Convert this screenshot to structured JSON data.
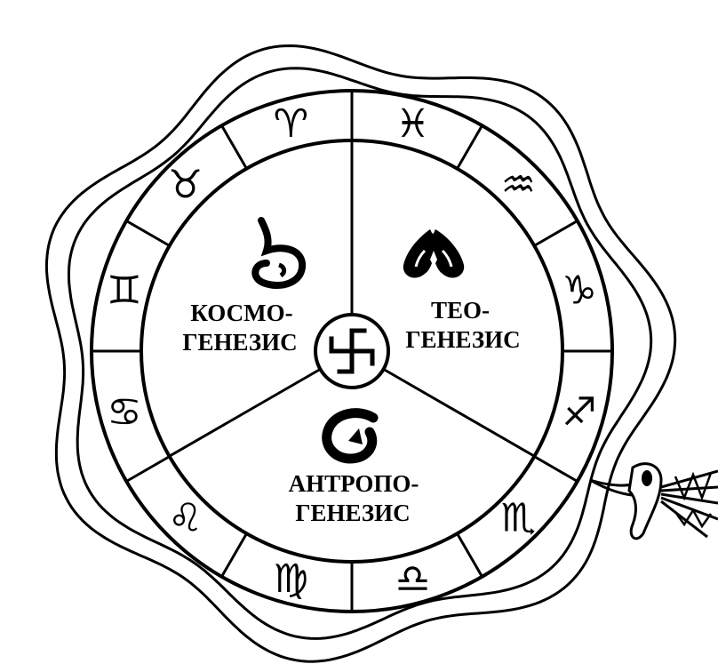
{
  "diagram": {
    "sectors": [
      {
        "id": "cosmo",
        "line1": "КОСМО-",
        "line2": "ГЕНЕЗИС",
        "symbol": "cosmogenesis-symbol"
      },
      {
        "id": "theo",
        "line1": "ТЕО-",
        "line2": "ГЕНЕЗИС",
        "symbol": "theogenesis-symbol"
      },
      {
        "id": "anthropo",
        "line1": "АНТРОПО-",
        "line2": "ГЕНЕЗИС",
        "symbol": "anthropogenesis-symbol"
      }
    ],
    "center_symbol": "swastika-icon",
    "zodiac": [
      {
        "name": "aries",
        "glyph": "♈"
      },
      {
        "name": "pisces",
        "glyph": "♓"
      },
      {
        "name": "aquarius",
        "glyph": "♒"
      },
      {
        "name": "capricorn",
        "glyph": "♑"
      },
      {
        "name": "sagittarius",
        "glyph": "♐"
      },
      {
        "name": "scorpio",
        "glyph": "♏"
      },
      {
        "name": "libra",
        "glyph": "♎"
      },
      {
        "name": "virgo",
        "glyph": "♍"
      },
      {
        "name": "leo",
        "glyph": "♌"
      },
      {
        "name": "cancer",
        "glyph": "♋"
      },
      {
        "name": "gemini",
        "glyph": "♊"
      },
      {
        "name": "taurus",
        "glyph": "♉"
      }
    ],
    "border": "serpent-ouroboros-icon",
    "ink_color": "#000000",
    "paper_color": "#ffffff"
  }
}
